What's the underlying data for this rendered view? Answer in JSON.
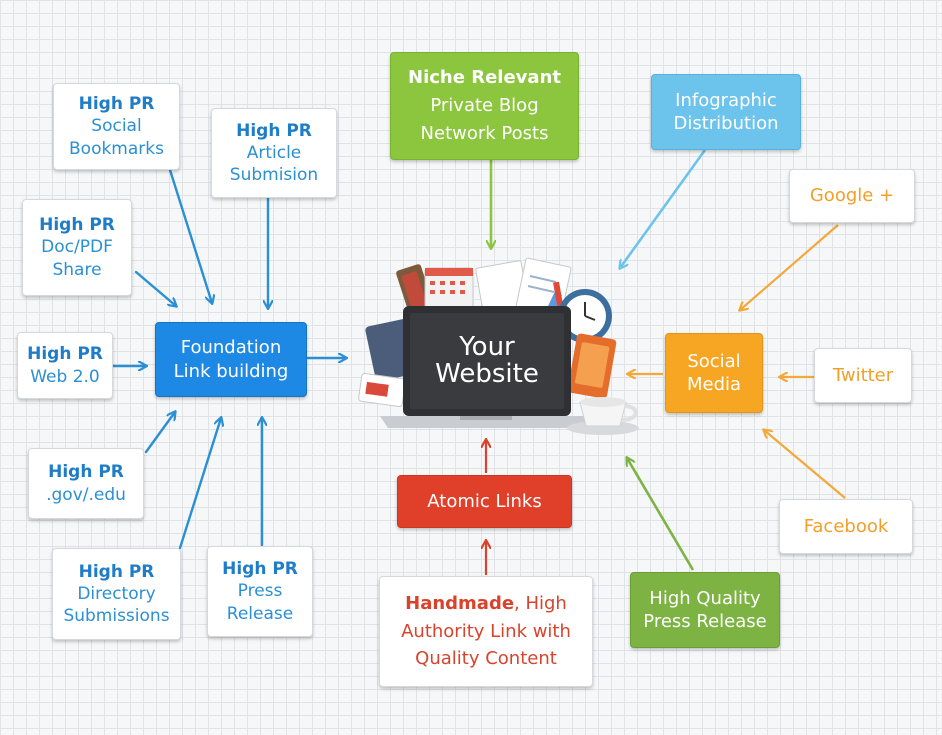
{
  "colors": {
    "blue": "#1e88e5",
    "green": "#8cc63f",
    "lightblue": "#5bc0eb",
    "orange": "#f6a623",
    "red": "#e0402a",
    "darkgreen": "#7cb342",
    "laptop": "#2f3033"
  },
  "center": {
    "line1": "Your",
    "line2": "Website"
  },
  "nodes": {
    "social_bookmarks": {
      "strong": "High PR",
      "line2": "Social",
      "line3": "Bookmarks"
    },
    "article_submission": {
      "strong": "High PR",
      "line2": "Article",
      "line3": "Submision"
    },
    "doc_pdf": {
      "strong": "High PR",
      "line2": "Doc/PDF",
      "line3": "Share"
    },
    "web20": {
      "strong": "High PR",
      "line2": "Web 2.0"
    },
    "gov_edu": {
      "strong": "High PR",
      "line2": ".gov/.edu"
    },
    "directory": {
      "strong": "High PR",
      "line2": "Directory",
      "line3": "Submissions"
    },
    "press_release_pr": {
      "strong": "High PR",
      "line2": "Press",
      "line3": "Release"
    },
    "foundation": {
      "line1": "Foundation",
      "line2": "Link building"
    },
    "niche": {
      "strong": "Niche Relevant",
      "line2": "Private Blog",
      "line3": "Network Posts"
    },
    "infographic": {
      "line1": "Infographic",
      "line2": "Distribution"
    },
    "google_plus": {
      "label": "Google +"
    },
    "twitter": {
      "label": "Twitter"
    },
    "facebook": {
      "label": "Facebook"
    },
    "social_media": {
      "line1": "Social",
      "line2": "Media"
    },
    "atomic": {
      "label": "Atomic Links"
    },
    "handmade": {
      "strong": "Handmade",
      "rest1": ", High",
      "line2": "Authority Link with",
      "line3": "Quality Content"
    },
    "hq_press": {
      "line1": "High Quality",
      "line2": "Press Release"
    }
  }
}
